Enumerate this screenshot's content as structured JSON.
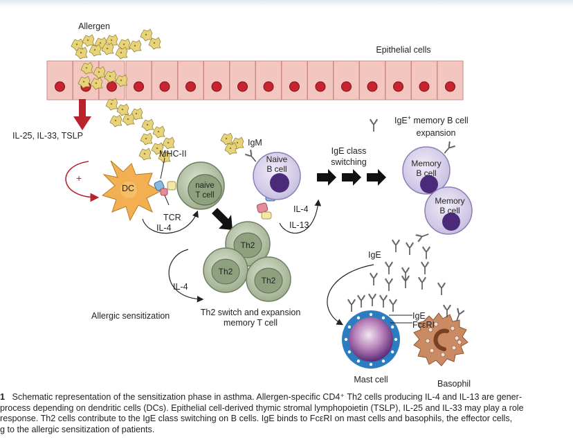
{
  "labels": {
    "allergen": "Allergen",
    "epithelial": "Epithelial cells",
    "cytokines": "IL-25, IL-33, TSLP",
    "plus": "+",
    "mhc": "MHC-II",
    "dc": "DC",
    "tcr": "TCR",
    "naive_t_1": "naive",
    "naive_t_2": "T cell",
    "il4_a": "IL-4",
    "il4_b": "IL-4",
    "il4_c": "IL-4",
    "il13": "IL-13",
    "th2": "Th2",
    "igm": "IgM",
    "naive_b_1": "Naive",
    "naive_b_2": "B cell",
    "class_sw_1": "IgE class",
    "class_sw_2": "switching",
    "ige_mem_1": "IgE",
    "ige_mem_sup": "+",
    "ige_mem_2": " memory B cell",
    "ige_mem_3": "expansion",
    "memory_1": "Memory",
    "memory_2": "B cell",
    "ige": "IgE",
    "ige_r": "IgE",
    "fceri": "FcεRI",
    "allergic_sens": "Allergic sensitization",
    "th2_switch_1": "Th2 switch and expansion",
    "th2_switch_2": "memory T cell",
    "mast": "Mast cell",
    "basophil": "Basophil"
  },
  "caption": {
    "line1_num": "1",
    "line1": "Schematic representation of the sensitization phase in asthma. Allergen-specific CD4⁺ Th2 cells producing IL-4 and IL-13 are gener-",
    "line2": "process depending on dendritic cells (DCs). Epithelial cell-derived thymic stromal lymphopoietin (TSLP), IL-25 and IL-33 may play a role",
    "line3": "response. Th2 cells contribute to the IgE class switching on B cells. IgE binds to FcεRI on mast cells and basophils, the effector cells,",
    "line4": "g to the allergic sensitization of patients."
  },
  "colors": {
    "epithelial_fill": "#f4c6c0",
    "nucleus": "#c8242f",
    "arrow_red": "#b8232e",
    "dc_fill": "#f2b052",
    "t_cell": "#b7c3a8",
    "b_cell": "#d7d0ea",
    "b_nucleus": "#4b2a7a",
    "mast_ring": "#2b7cc0",
    "basophil": "#c98a64",
    "allergen": "#e8d27a"
  }
}
